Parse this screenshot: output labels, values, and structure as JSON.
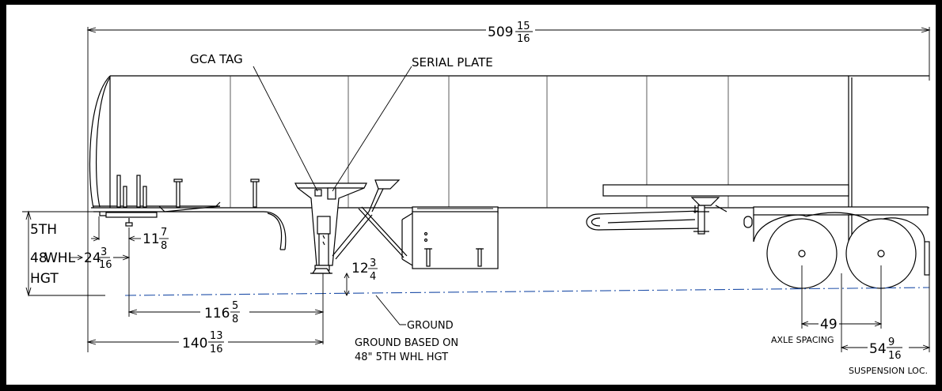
{
  "labels": {
    "gca_tag": "GCA TAG",
    "serial_plate": "SERIAL PLATE",
    "fifth": "5TH",
    "whl": "WHL",
    "hgt": "HGT",
    "ground": "GROUND",
    "ground_based_1": "GROUND BASED ON",
    "ground_based_2": "48\" 5TH WHL HGT",
    "axle_spacing": "AXLE SPACING",
    "suspension_loc": "SUSPENSION LOC."
  },
  "dims": {
    "overall_whole": "509",
    "overall_num": "15",
    "overall_den": "16",
    "height_48": "48",
    "kp_whole": "24",
    "kp_num": "3",
    "kp_den": "16",
    "off_whole": "11",
    "off_num": "7",
    "off_den": "8",
    "leg_whole": "12",
    "leg_num": "3",
    "leg_den": "4",
    "landing_whole": "116",
    "landing_num": "5",
    "landing_den": "8",
    "front_whole": "140",
    "front_num": "13",
    "front_den": "16",
    "axle": "49",
    "susp_whole": "54",
    "susp_num": "9",
    "susp_den": "16"
  }
}
